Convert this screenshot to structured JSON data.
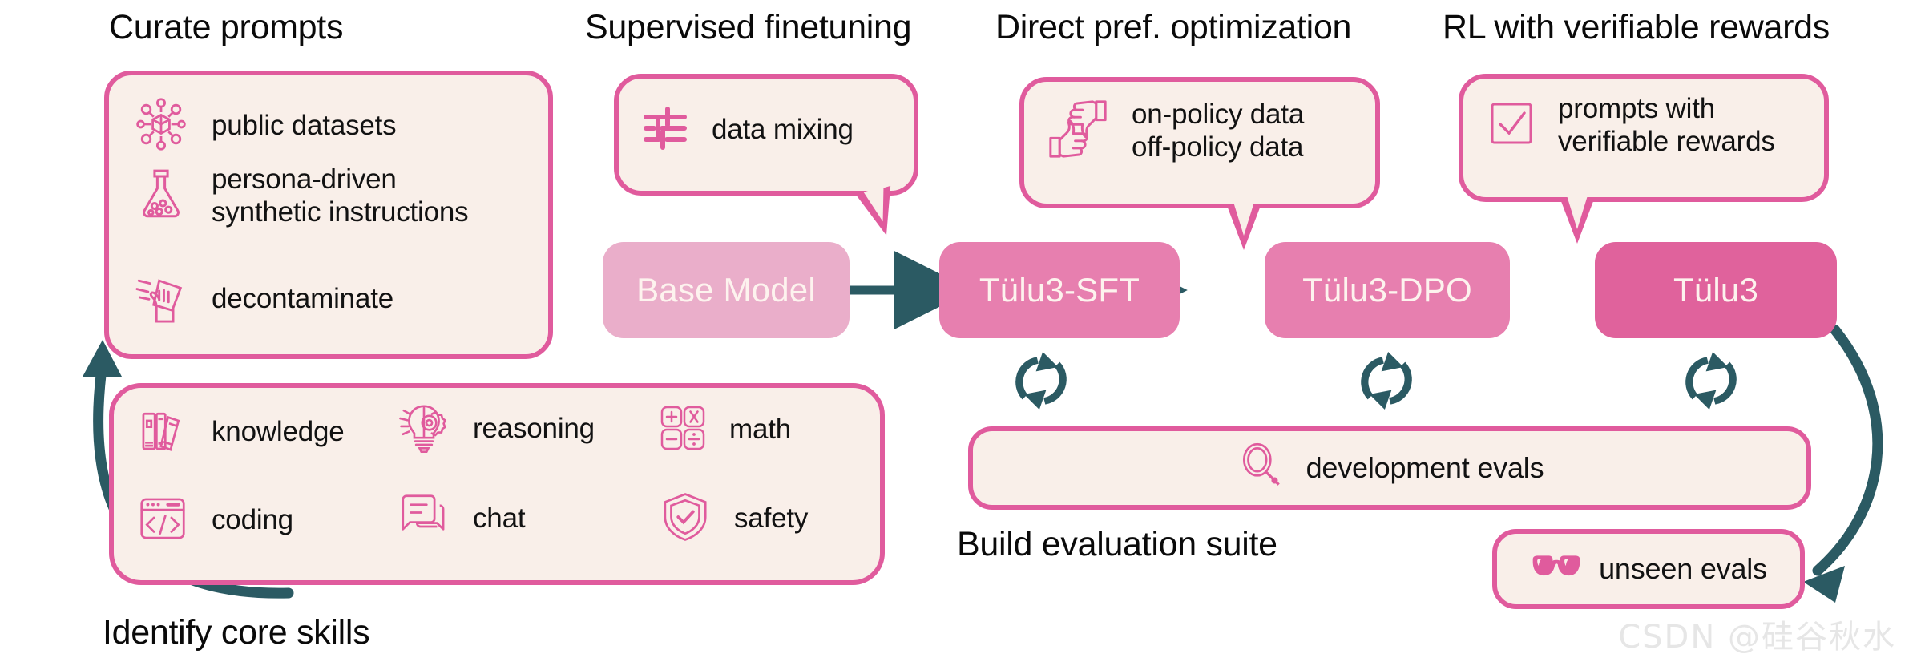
{
  "headings": {
    "curate": "Curate prompts",
    "sft": "Supervised finetuning",
    "dpo": "Direct pref. optimization",
    "rlvr": "RL with verifiable rewards",
    "skills": "Identify core skills",
    "evalsuite": "Build evaluation suite"
  },
  "curate_box": {
    "items": [
      {
        "icon": "network-cube-icon",
        "label": "public datasets"
      },
      {
        "icon": "flask-icon",
        "label": "persona-driven\nsynthetic instructions"
      },
      {
        "icon": "wipe-hand-icon",
        "label": "decontaminate"
      }
    ]
  },
  "skills_box": {
    "items": [
      {
        "icon": "books-icon",
        "label": "knowledge"
      },
      {
        "icon": "lightbulb-gear-icon",
        "label": "reasoning"
      },
      {
        "icon": "calculator-icon",
        "label": "math"
      },
      {
        "icon": "code-window-icon",
        "label": "coding"
      },
      {
        "icon": "chat-bubbles-icon",
        "label": "chat"
      },
      {
        "icon": "shield-check-icon",
        "label": "safety"
      }
    ]
  },
  "sft_bubble": {
    "icon": "sliders-icon",
    "label": "data mixing"
  },
  "dpo_bubble": {
    "icon": "thumbs-up-down-icon",
    "label": "on-policy data\noff-policy data"
  },
  "rlvr_bubble": {
    "icon": "checkbox-icon",
    "label": "prompts with\nverifiable rewards"
  },
  "pipeline": {
    "stages": [
      {
        "name": "base-model",
        "label": "Base Model",
        "color": "#EAAECA"
      },
      {
        "name": "tulu3-sft",
        "label": "Tülu3-SFT",
        "color": "#E77FAF"
      },
      {
        "name": "tulu3-dpo",
        "label": "Tülu3-DPO",
        "color": "#E77FAF"
      },
      {
        "name": "tulu3",
        "label": "Tülu3",
        "color": "#E0629C"
      }
    ]
  },
  "dev_evals": {
    "icon": "magnifier-icon",
    "label": "development evals"
  },
  "unseen_evals": {
    "icon": "sunglasses-icon",
    "label": "unseen evals"
  },
  "watermark": "CSDN @硅谷秋水",
  "colors": {
    "pink_border": "#E05B9D",
    "bubble_fill": "#F9EFE9",
    "icon_pink": "#E05B9D",
    "teal": "#2B5A63",
    "text": "#121212"
  }
}
